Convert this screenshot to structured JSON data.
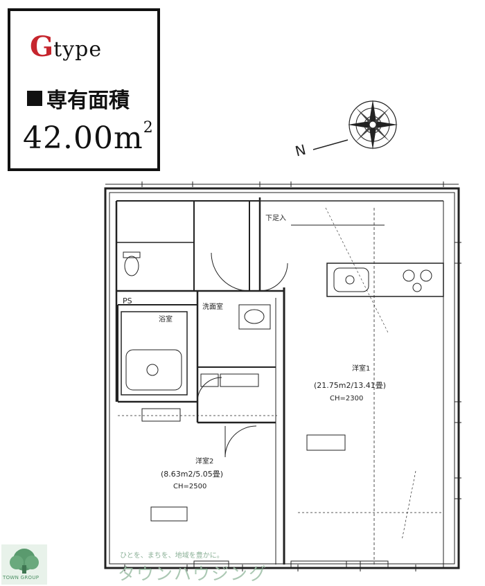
{
  "info": {
    "type_letter": "G",
    "type_rest": "type",
    "area_label": "専有面積",
    "area_value": "42.00m",
    "area_unit_sup": "2"
  },
  "compass": {
    "north_mark": "N"
  },
  "rooms": {
    "ldk_label": "洋室1",
    "ldk_area": "(21.75m2/13.41畳)",
    "ldk_ch": "CH=2300",
    "room2_label": "洋室2",
    "room2_area": "(8.63m2/5.05畳)",
    "room2_ch": "CH=2500",
    "bath_label": "洗面室",
    "ps_label": "PS",
    "bath2_label": "浴室",
    "shoe_label": "下足入"
  },
  "watermark": {
    "tagline": "ひとを、まちを、地域を豊かに。",
    "name": "タウンハウジング",
    "logo_text": "TOWN GROUP"
  },
  "colors": {
    "type_accent": "#c6262e",
    "watermark_green": "#4b8f63"
  }
}
